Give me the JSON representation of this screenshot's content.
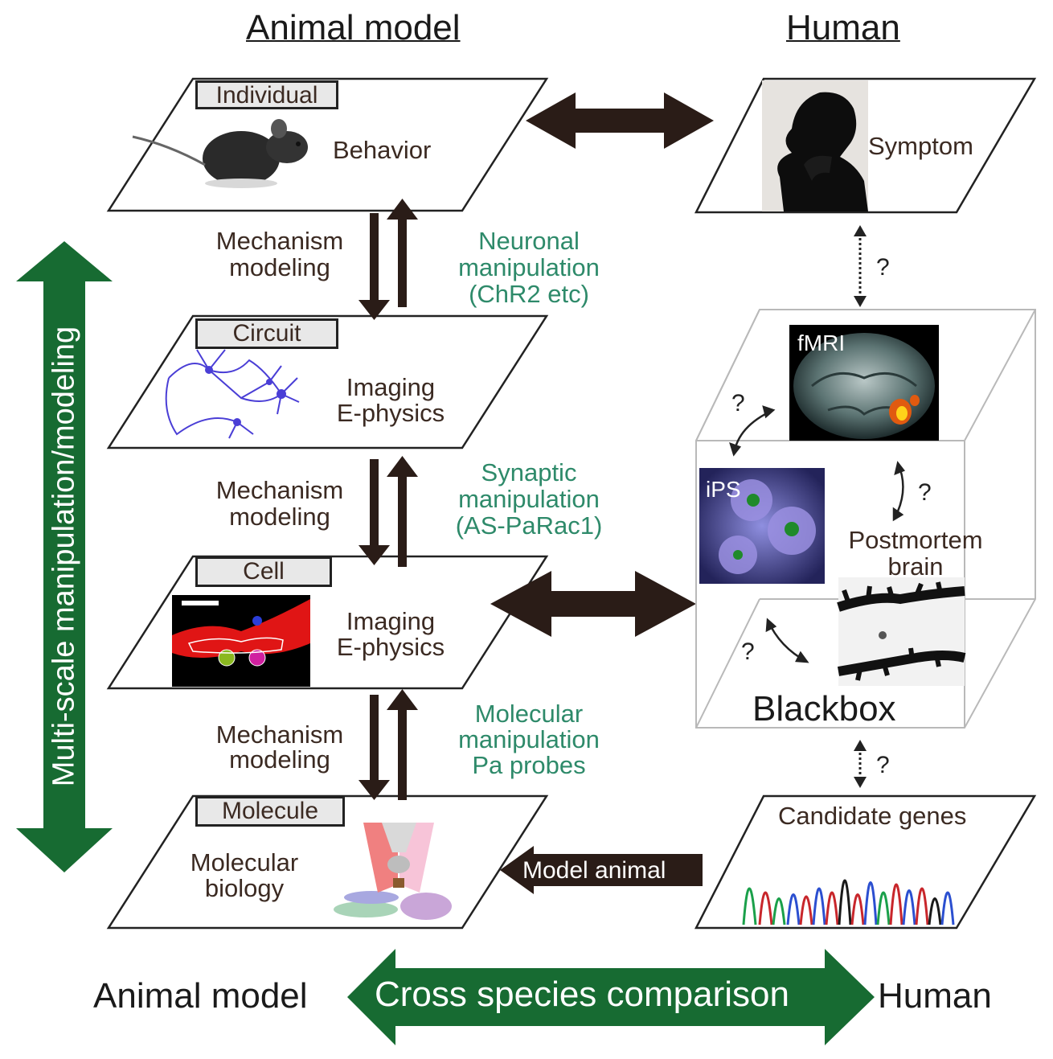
{
  "headers": {
    "animal_model": "Animal model",
    "human": "Human"
  },
  "levels": {
    "individual": {
      "tag": "Individual",
      "label": "Behavior"
    },
    "circuit": {
      "tag": "Circuit",
      "label_line1": "Imaging",
      "label_line2": "E-physics"
    },
    "cell": {
      "tag": "Cell",
      "label_line1": "Imaging",
      "label_line2": "E-physics"
    },
    "molecule": {
      "tag": "Molecule",
      "label_line1": "Molecular",
      "label_line2": "biology"
    }
  },
  "mechanism": {
    "line1": "Mechanism",
    "line2": "modeling"
  },
  "manipulations": {
    "neuronal": {
      "line1": "Neuronal",
      "line2": "manipulation",
      "line3": "(ChR2 etc)"
    },
    "synaptic": {
      "line1": "Synaptic",
      "line2": "manipulation",
      "line3": "(AS-PaRac1)"
    },
    "molecular": {
      "line1": "Molecular",
      "line2": "manipulation",
      "line3": "Pa probes"
    }
  },
  "human": {
    "symptom": "Symptom",
    "fmri": "fMRI",
    "ips": "iPS",
    "postmortem_line1": "Postmortem",
    "postmortem_line2": "brain",
    "blackbox": "Blackbox",
    "candidate_genes": "Candidate genes",
    "question_mark": "?"
  },
  "model_animal": "Model animal",
  "vertical_axis": "Multi-scale manipulation/modeling",
  "bottom": {
    "left": "Animal model",
    "center": "Cross species comparison",
    "right": "Human"
  },
  "colors": {
    "green_arrow": "#176b32",
    "dark_arrow": "#2a1c17",
    "green_text": "#2e8a6a"
  }
}
